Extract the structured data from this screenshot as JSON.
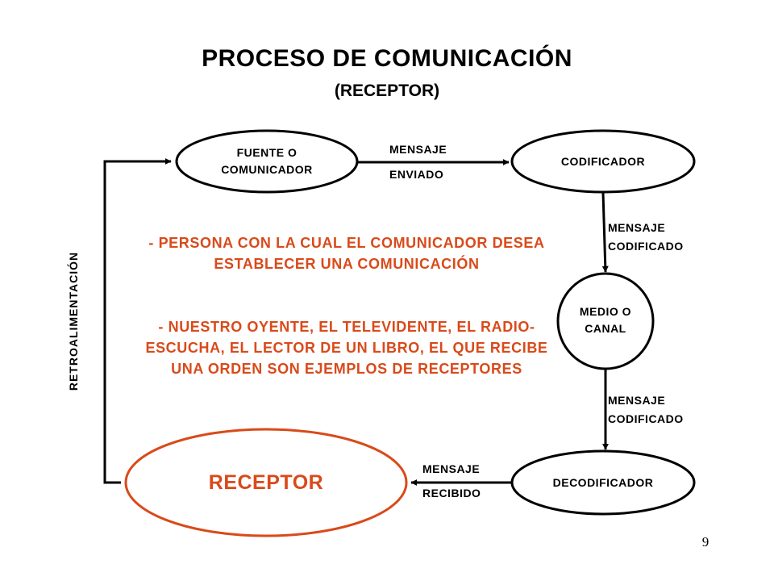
{
  "title": "PROCESO DE COMUNICACIÓN",
  "subtitle": "(RECEPTOR)",
  "nodes": {
    "fuente": "FUENTE O\nCOMUNICADOR",
    "codificador": "CODIFICADOR",
    "medio": "MEDIO O\nCANAL",
    "decodificador": "DECODIFICADOR",
    "receptor": "RECEPTOR"
  },
  "edges": {
    "enviado": [
      "MENSAJE",
      "ENVIADO"
    ],
    "codificado_1": [
      "MENSAJE",
      "CODIFICADO"
    ],
    "codificado_2": [
      "MENSAJE",
      "CODIFICADO"
    ],
    "recibido": [
      "MENSAJE",
      "RECIBIDO"
    ]
  },
  "feedback_label": "RETROALIMENTACIÓN",
  "description": [
    "- PERSONA CON LA CUAL EL COMUNICADOR DESEA ESTABLECER UNA COMUNICACIÓN",
    "- NUESTRO OYENTE, EL TELEVIDENTE, EL RADIO-ESCUCHA, EL LECTOR DE UN LIBRO, EL QUE RECIBE UNA ORDEN SON EJEMPLOS DE RECEPTORES"
  ],
  "page_number": "9",
  "colors": {
    "highlight": "#d94a1a",
    "lines": "#000000"
  }
}
